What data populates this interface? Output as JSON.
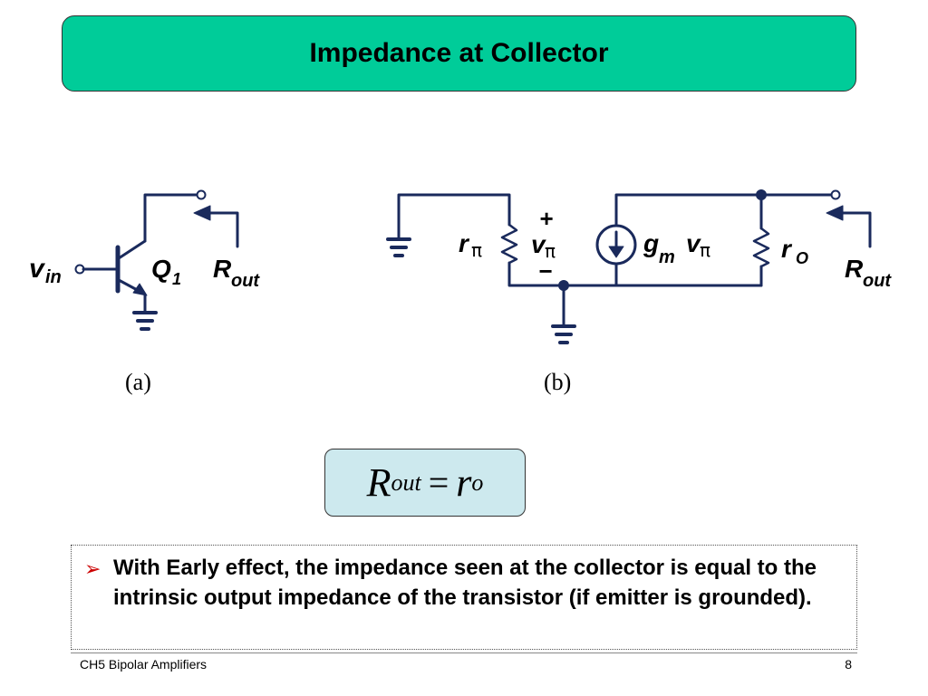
{
  "slide": {
    "title": "Impedance at Collector",
    "equation": {
      "lhs_main": "R",
      "lhs_sub": "out",
      "eq": "=",
      "rhs_main": "r",
      "rhs_sub": "o"
    },
    "bullet": "With Early effect, the impedance seen at the collector is equal to the intrinsic output impedance of the transistor (if emitter is grounded).",
    "footer_left": "CH5 Bipolar Amplifiers",
    "page_number": "8"
  },
  "circuit_a": {
    "vin_main": "v",
    "vin_sub": "in",
    "q_main": "Q",
    "q_sub": "1",
    "rout_main": "R",
    "rout_sub": "out",
    "caption": "(a)"
  },
  "circuit_b": {
    "rpi_main": "r",
    "rpi_sub": "π",
    "plus": "+",
    "minus": "−",
    "vpi_main": "v",
    "vpi_sub": "π",
    "gm_main": "g",
    "gm_sub": "m",
    "gm_v": "v",
    "gm_vsub": "π",
    "ro_main": "r",
    "ro_sub": "O",
    "rout_main": "R",
    "rout_sub": "out",
    "caption": "(b)"
  },
  "colors": {
    "title_bg": "#00cc99",
    "equation_bg": "#cde9ee",
    "bullet_arrow": "#cc0000",
    "wire": "#1a2a5c"
  }
}
